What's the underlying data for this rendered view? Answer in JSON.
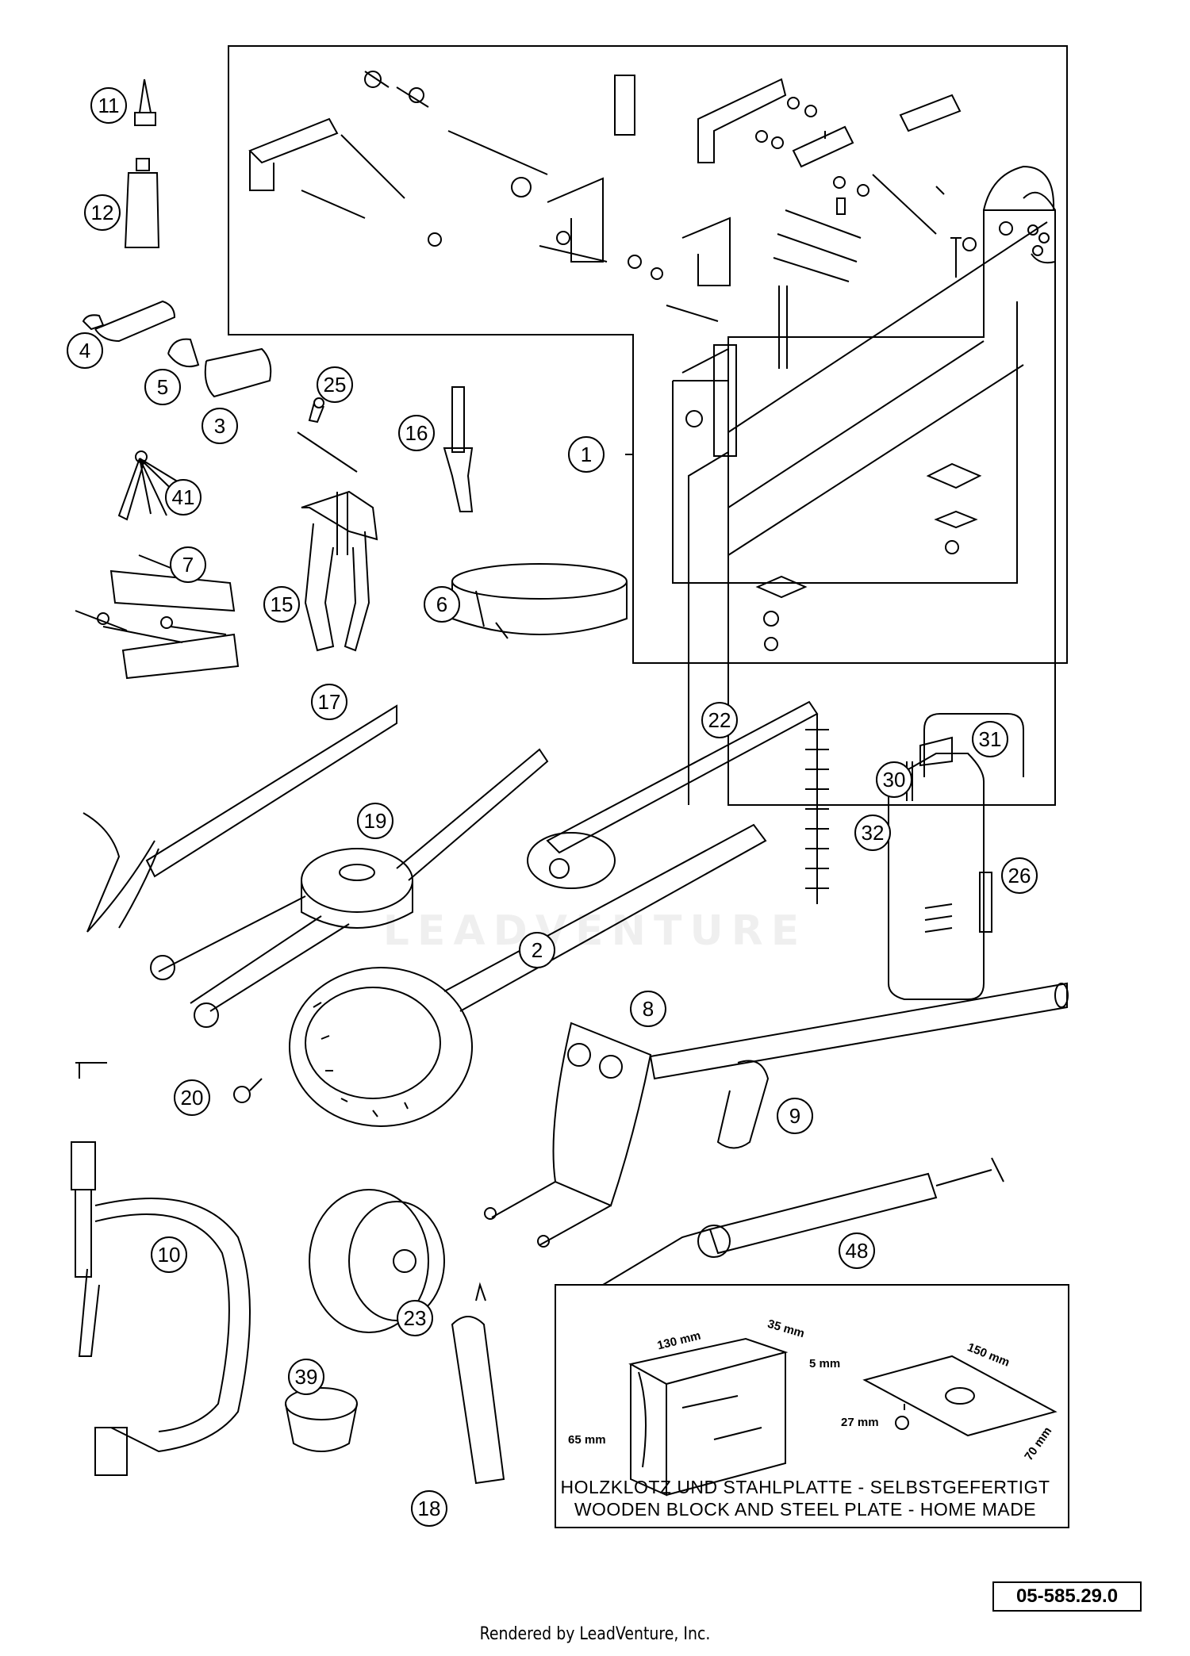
{
  "diagram": {
    "callouts": [
      "1",
      "2",
      "3",
      "4",
      "5",
      "6",
      "7",
      "8",
      "9",
      "10",
      "11",
      "12",
      "15",
      "16",
      "17",
      "18",
      "19",
      "20",
      "22",
      "23",
      "25",
      "26",
      "30",
      "31",
      "32",
      "39",
      "41",
      "48"
    ]
  },
  "inset": {
    "dims": {
      "length": "130 mm",
      "depth": "35 mm",
      "height": "65 mm",
      "thickness": "5 mm",
      "plate_length": "150 mm",
      "hole": "27 mm",
      "plate_width": "70 mm"
    },
    "note_de": "HOLZKLOTZ UND STAHLPLATTE - SELBSTGEFERTIGT",
    "note_en": "WOODEN BLOCK AND STEEL PLATE - HOME MADE"
  },
  "doc_number": "05-585.29.0",
  "watermark": "LEADVENTURE",
  "footer": "Rendered by LeadVenture, Inc."
}
